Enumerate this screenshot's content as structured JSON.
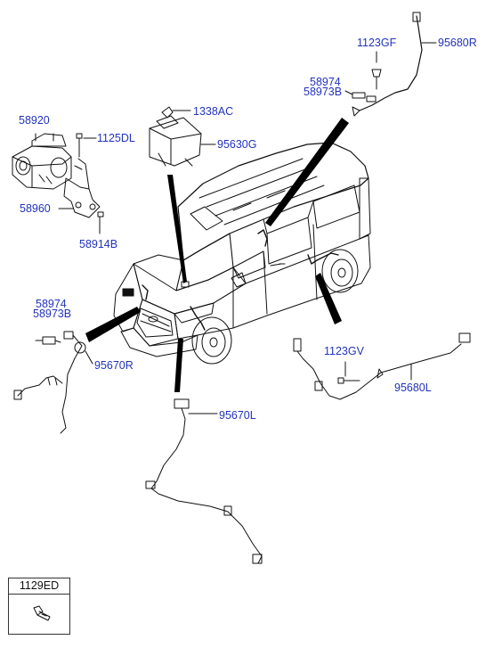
{
  "diagram": {
    "part_labels": {
      "p_1123GF": "1123GF",
      "p_95680R": "95680R",
      "p_58974_top": "58974",
      "p_58973B_top": "58973B",
      "p_58920": "58920",
      "p_1125DL": "1125DL",
      "p_1338AC": "1338AC",
      "p_95630G": "95630G",
      "p_58960": "58960",
      "p_58914B": "58914B",
      "p_58974_left": "58974",
      "p_58973B_left": "58973B",
      "p_95670R": "95670R",
      "p_1123GV": "1123GV",
      "p_95680L": "95680L",
      "p_95670L": "95670L"
    },
    "legend": {
      "code": "1129ED"
    },
    "colors": {
      "label": "#2233bb",
      "line": "#111111",
      "leader": "#000000"
    }
  }
}
